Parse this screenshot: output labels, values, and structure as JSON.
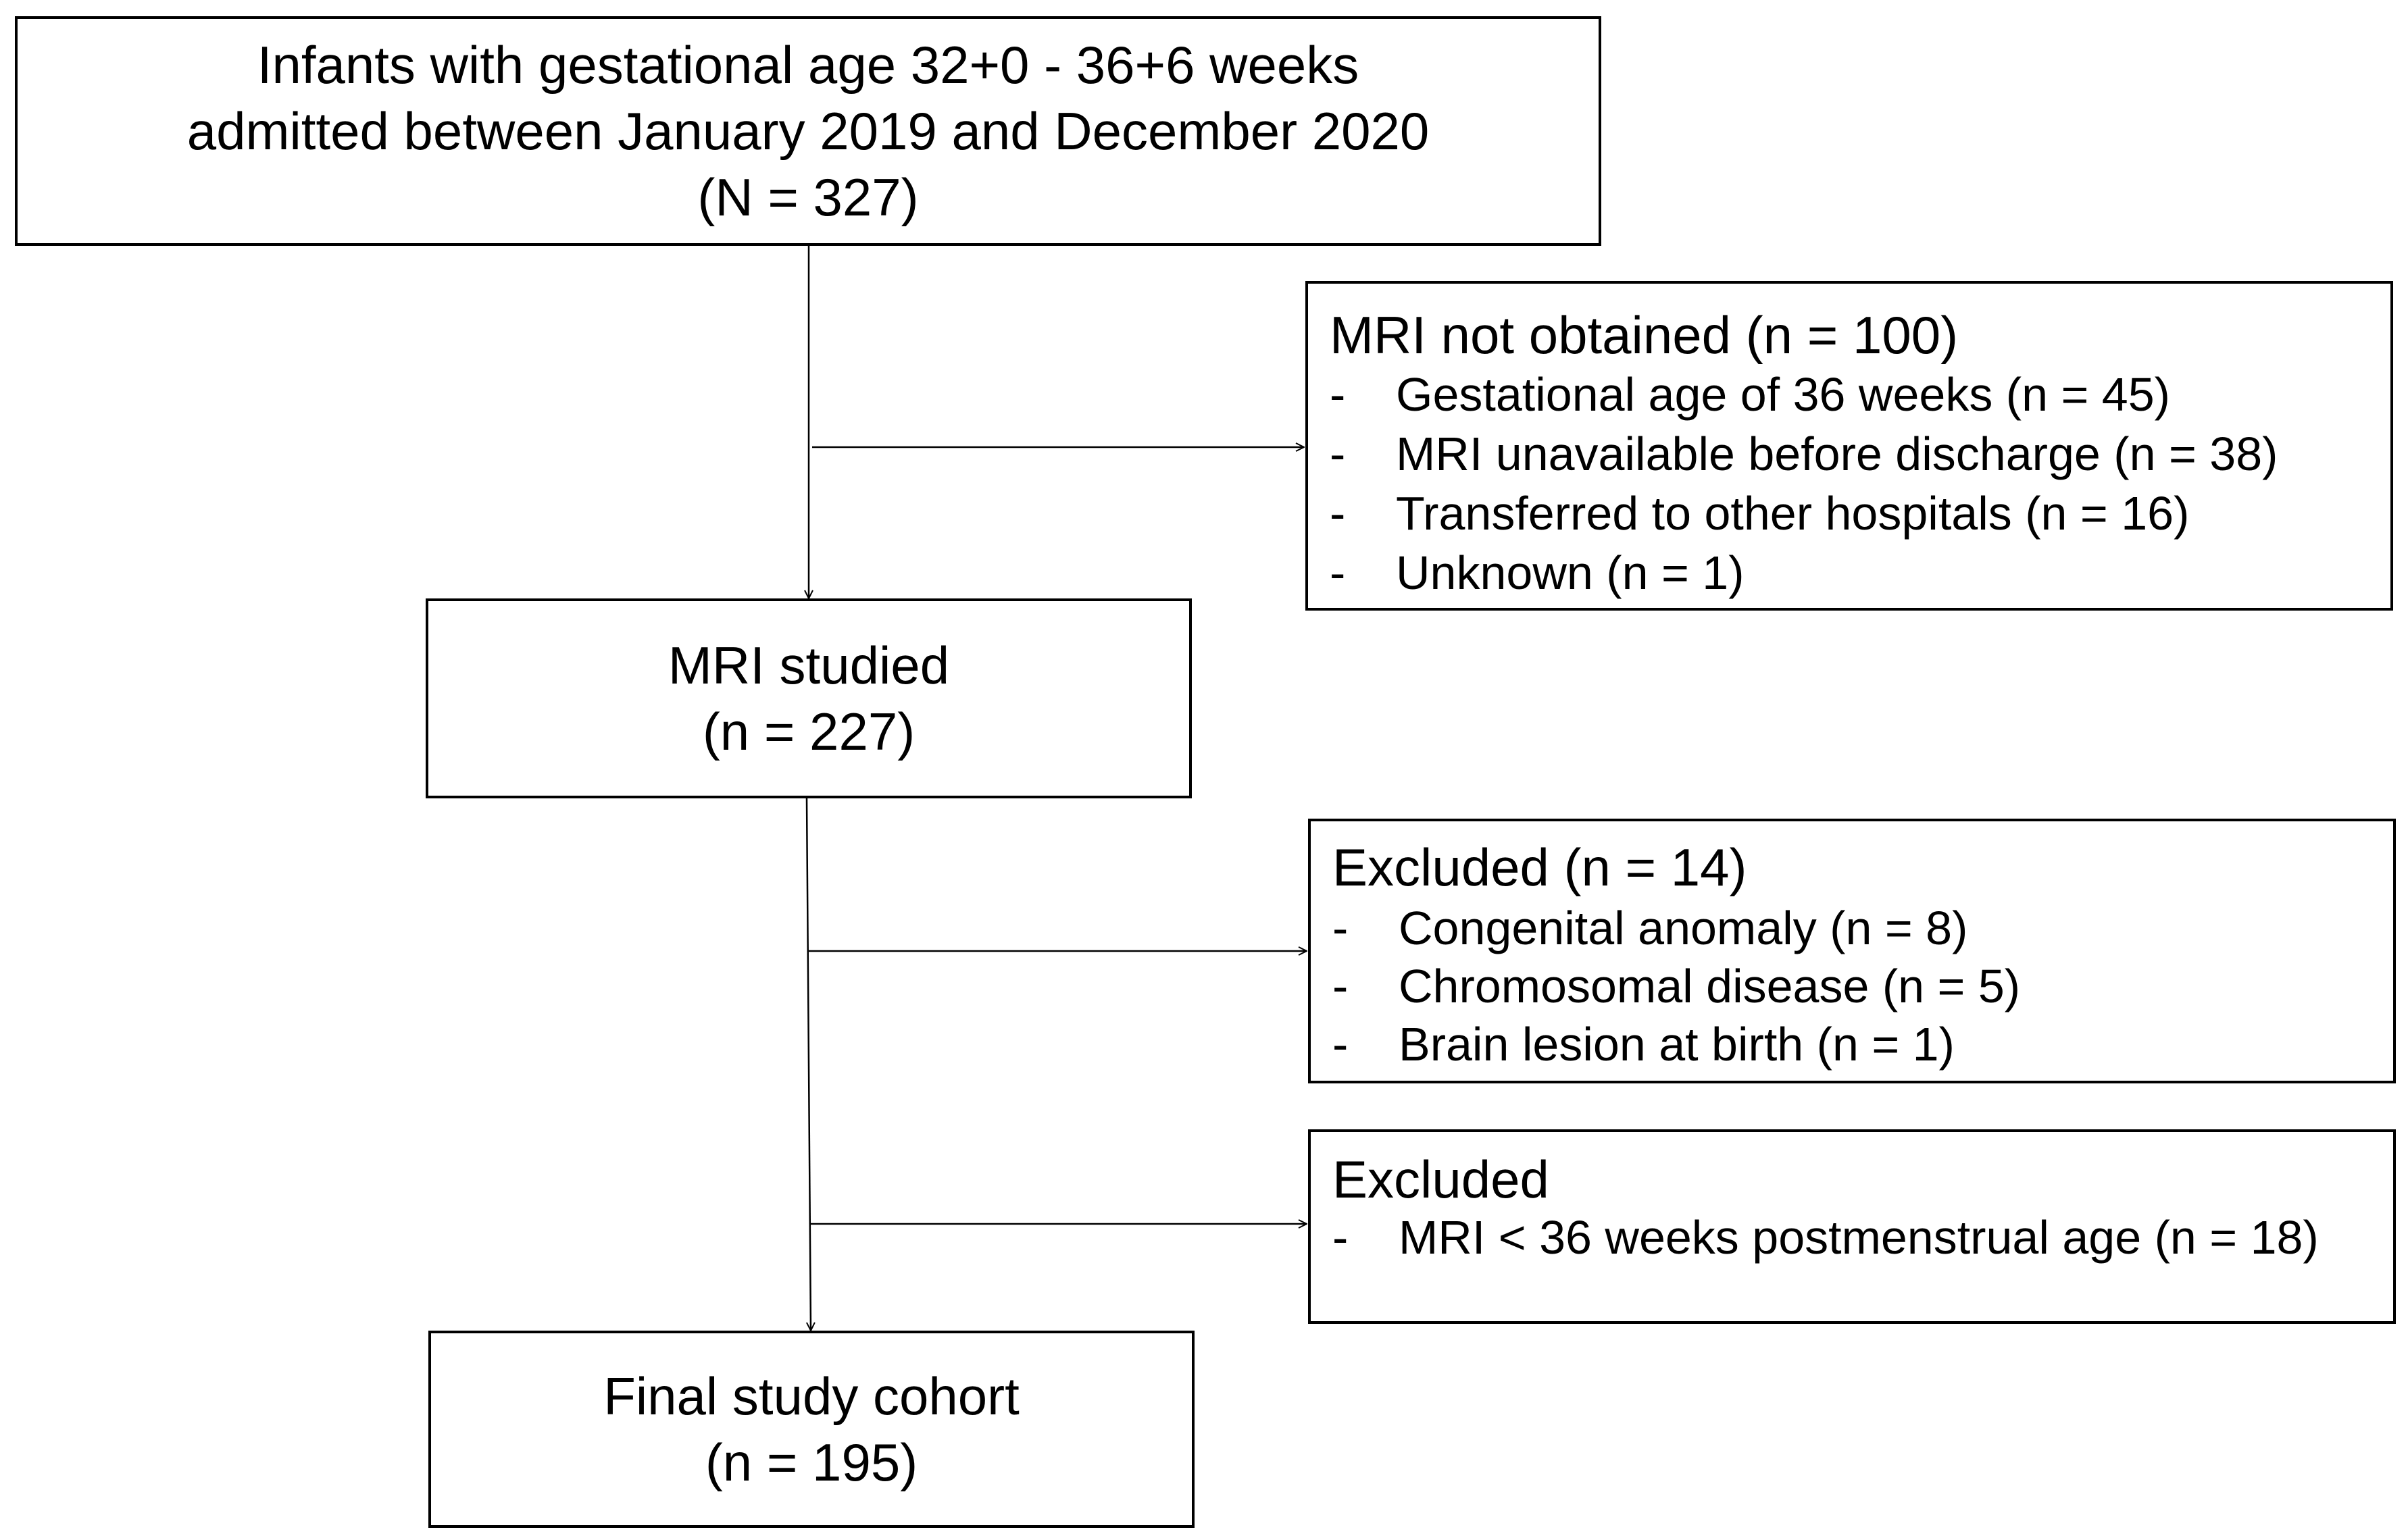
{
  "flow": {
    "top_box": {
      "lines": [
        "Infants with gestational age 32+0 - 36+6 weeks",
        "admitted between January 2019 and December 2020",
        "(N = 327)"
      ]
    },
    "not_obtained_box": {
      "title": "MRI not obtained (n = 100)",
      "items": [
        {
          "dash": "-",
          "text": "Gestational age of 36 weeks (n = 45)"
        },
        {
          "dash": "-",
          "text": "MRI unavailable before discharge (n = 38)"
        },
        {
          "dash": "-",
          "text": "Transferred to other hospitals (n = 16)"
        },
        {
          "dash": "-",
          "text": "Unknown (n = 1)"
        }
      ]
    },
    "studied_box": {
      "lines": [
        "MRI studied",
        "(n = 227)"
      ]
    },
    "excluded_box_1": {
      "title": "Excluded (n = 14)",
      "items": [
        {
          "dash": "-",
          "text": "Congenital anomaly (n = 8)"
        },
        {
          "dash": "-",
          "text": "Chromosomal disease (n = 5)"
        },
        {
          "dash": "-",
          "text": "Brain lesion at birth (n = 1)"
        }
      ]
    },
    "excluded_box_2": {
      "title": "Excluded",
      "items": [
        {
          "dash": "-",
          "text": "MRI < 36 weeks postmenstrual age (n = 18)"
        }
      ]
    },
    "final_box": {
      "lines": [
        "Final study cohort",
        "(n = 195)"
      ]
    }
  }
}
